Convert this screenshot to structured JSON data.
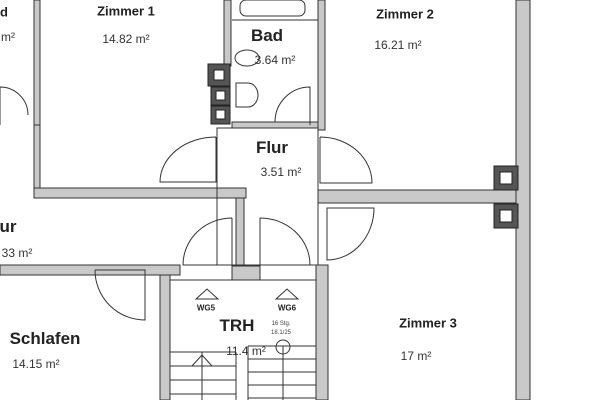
{
  "rooms": [
    {
      "id": "left-top",
      "name": "d",
      "area": "m²"
    },
    {
      "id": "zimmer1",
      "name": "Zimmer 1",
      "area": "14.82 m²"
    },
    {
      "id": "bad",
      "name": "Bad",
      "area": "3.64 m²"
    },
    {
      "id": "zimmer2",
      "name": "Zimmer 2",
      "area": "16.21 m²"
    },
    {
      "id": "flur",
      "name": "Flur",
      "area": "3.51 m²"
    },
    {
      "id": "left-flur",
      "name": "ur",
      "area": "33 m²"
    },
    {
      "id": "schlafen",
      "name": "Schlafen",
      "area": "14.15 m²"
    },
    {
      "id": "trh",
      "name": "TRH",
      "area": "11.4 m²"
    },
    {
      "id": "zimmer3",
      "name": "Zimmer 3",
      "area": "17 m²"
    }
  ],
  "stairs": {
    "steps": "16 Stg.",
    "ratio": "18.1/25"
  },
  "markers": [
    "WG5",
    "WG6"
  ],
  "colors": {
    "wall": "#c9c9c9",
    "line": "#333333",
    "shaft": "#555555"
  }
}
